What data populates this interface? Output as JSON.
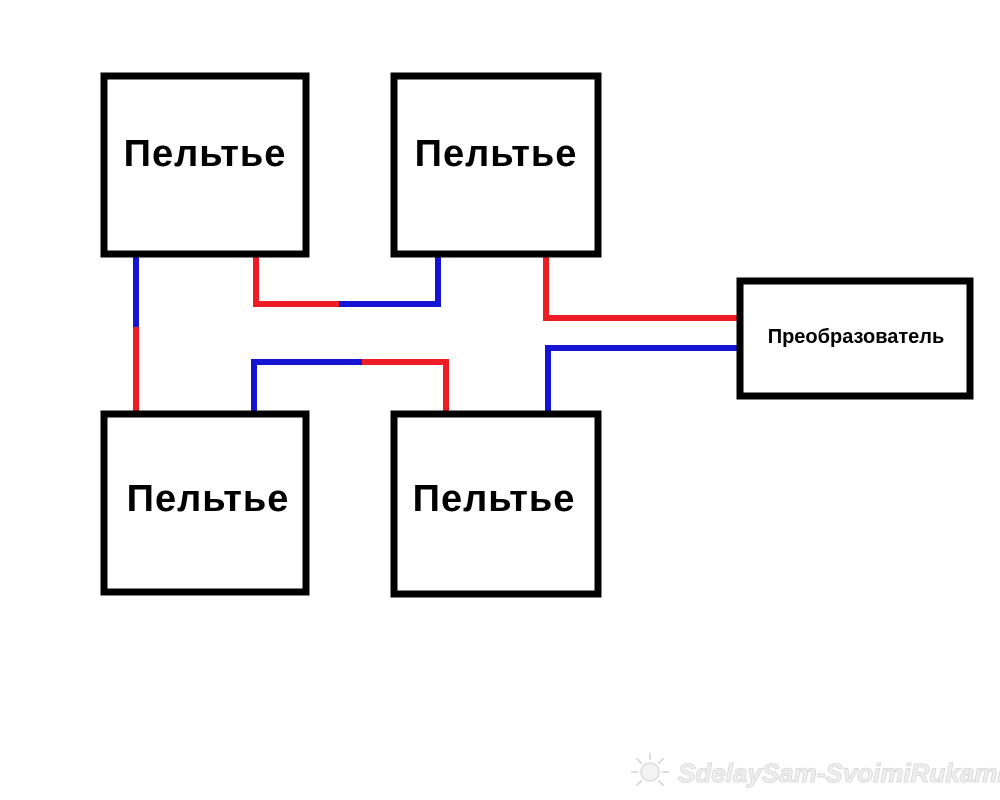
{
  "diagram": {
    "modules": [
      {
        "label": "Пельтье"
      },
      {
        "label": "Пельтье"
      },
      {
        "label": "Пельтье"
      },
      {
        "label": "Пельтье"
      }
    ],
    "converter": {
      "label": "Преобразователь"
    }
  },
  "watermark": {
    "text": "SdelaySam-SvoimiRukami.ru"
  },
  "colors": {
    "outline": "#000000",
    "positive_wire": "#ee1c24",
    "negative_wire": "#1414d2",
    "watermark": "#f0f0f0"
  }
}
